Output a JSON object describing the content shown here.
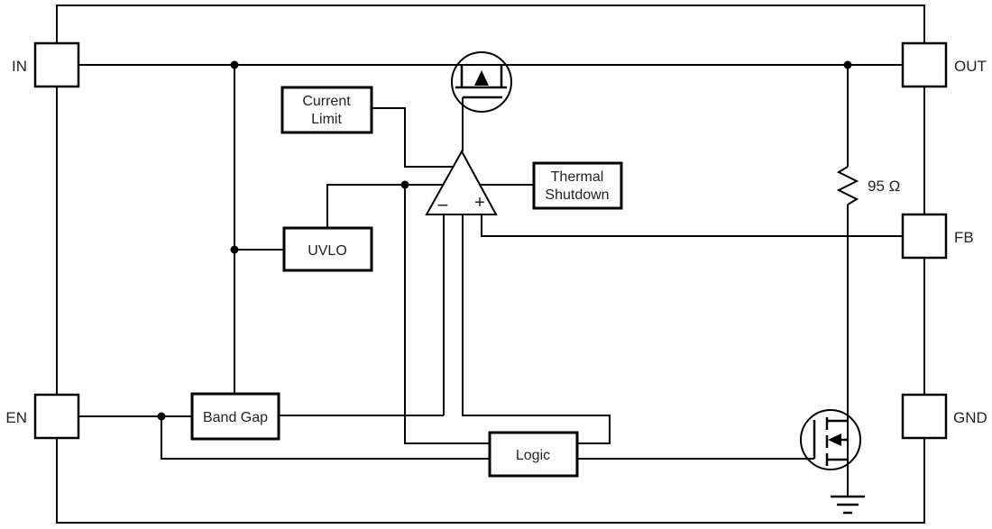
{
  "schematic": {
    "pins": [
      {
        "name": "in",
        "label": "IN"
      },
      {
        "name": "out",
        "label": "OUT"
      },
      {
        "name": "fb",
        "label": "FB"
      },
      {
        "name": "gnd",
        "label": "GND"
      },
      {
        "name": "en",
        "label": "EN"
      }
    ],
    "blocks": [
      {
        "name": "current-limit",
        "line1": "Current",
        "line2": "Limit"
      },
      {
        "name": "thermal-shutdown",
        "line1": "Thermal",
        "line2": "Shutdown"
      },
      {
        "name": "uvlo",
        "label": "UVLO"
      },
      {
        "name": "band-gap",
        "label": "Band Gap"
      },
      {
        "name": "logic",
        "label": "Logic"
      }
    ],
    "error_amp": {
      "minus_label": "−",
      "plus_label": "+"
    },
    "resistor": {
      "value": "95 Ω"
    },
    "colors": {
      "wire": "#000000",
      "text": "#222222",
      "background": "#ffffff"
    }
  }
}
